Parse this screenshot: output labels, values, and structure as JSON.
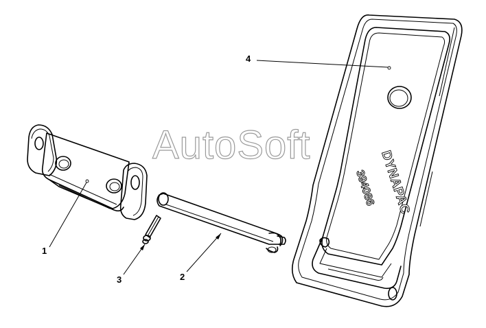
{
  "watermark": "AutoSoft",
  "callouts": {
    "c1": "1",
    "c2": "2",
    "c3": "3",
    "c4": "4"
  },
  "pedal_logo": "DYNAPAC",
  "pedal_part_number": "394086"
}
